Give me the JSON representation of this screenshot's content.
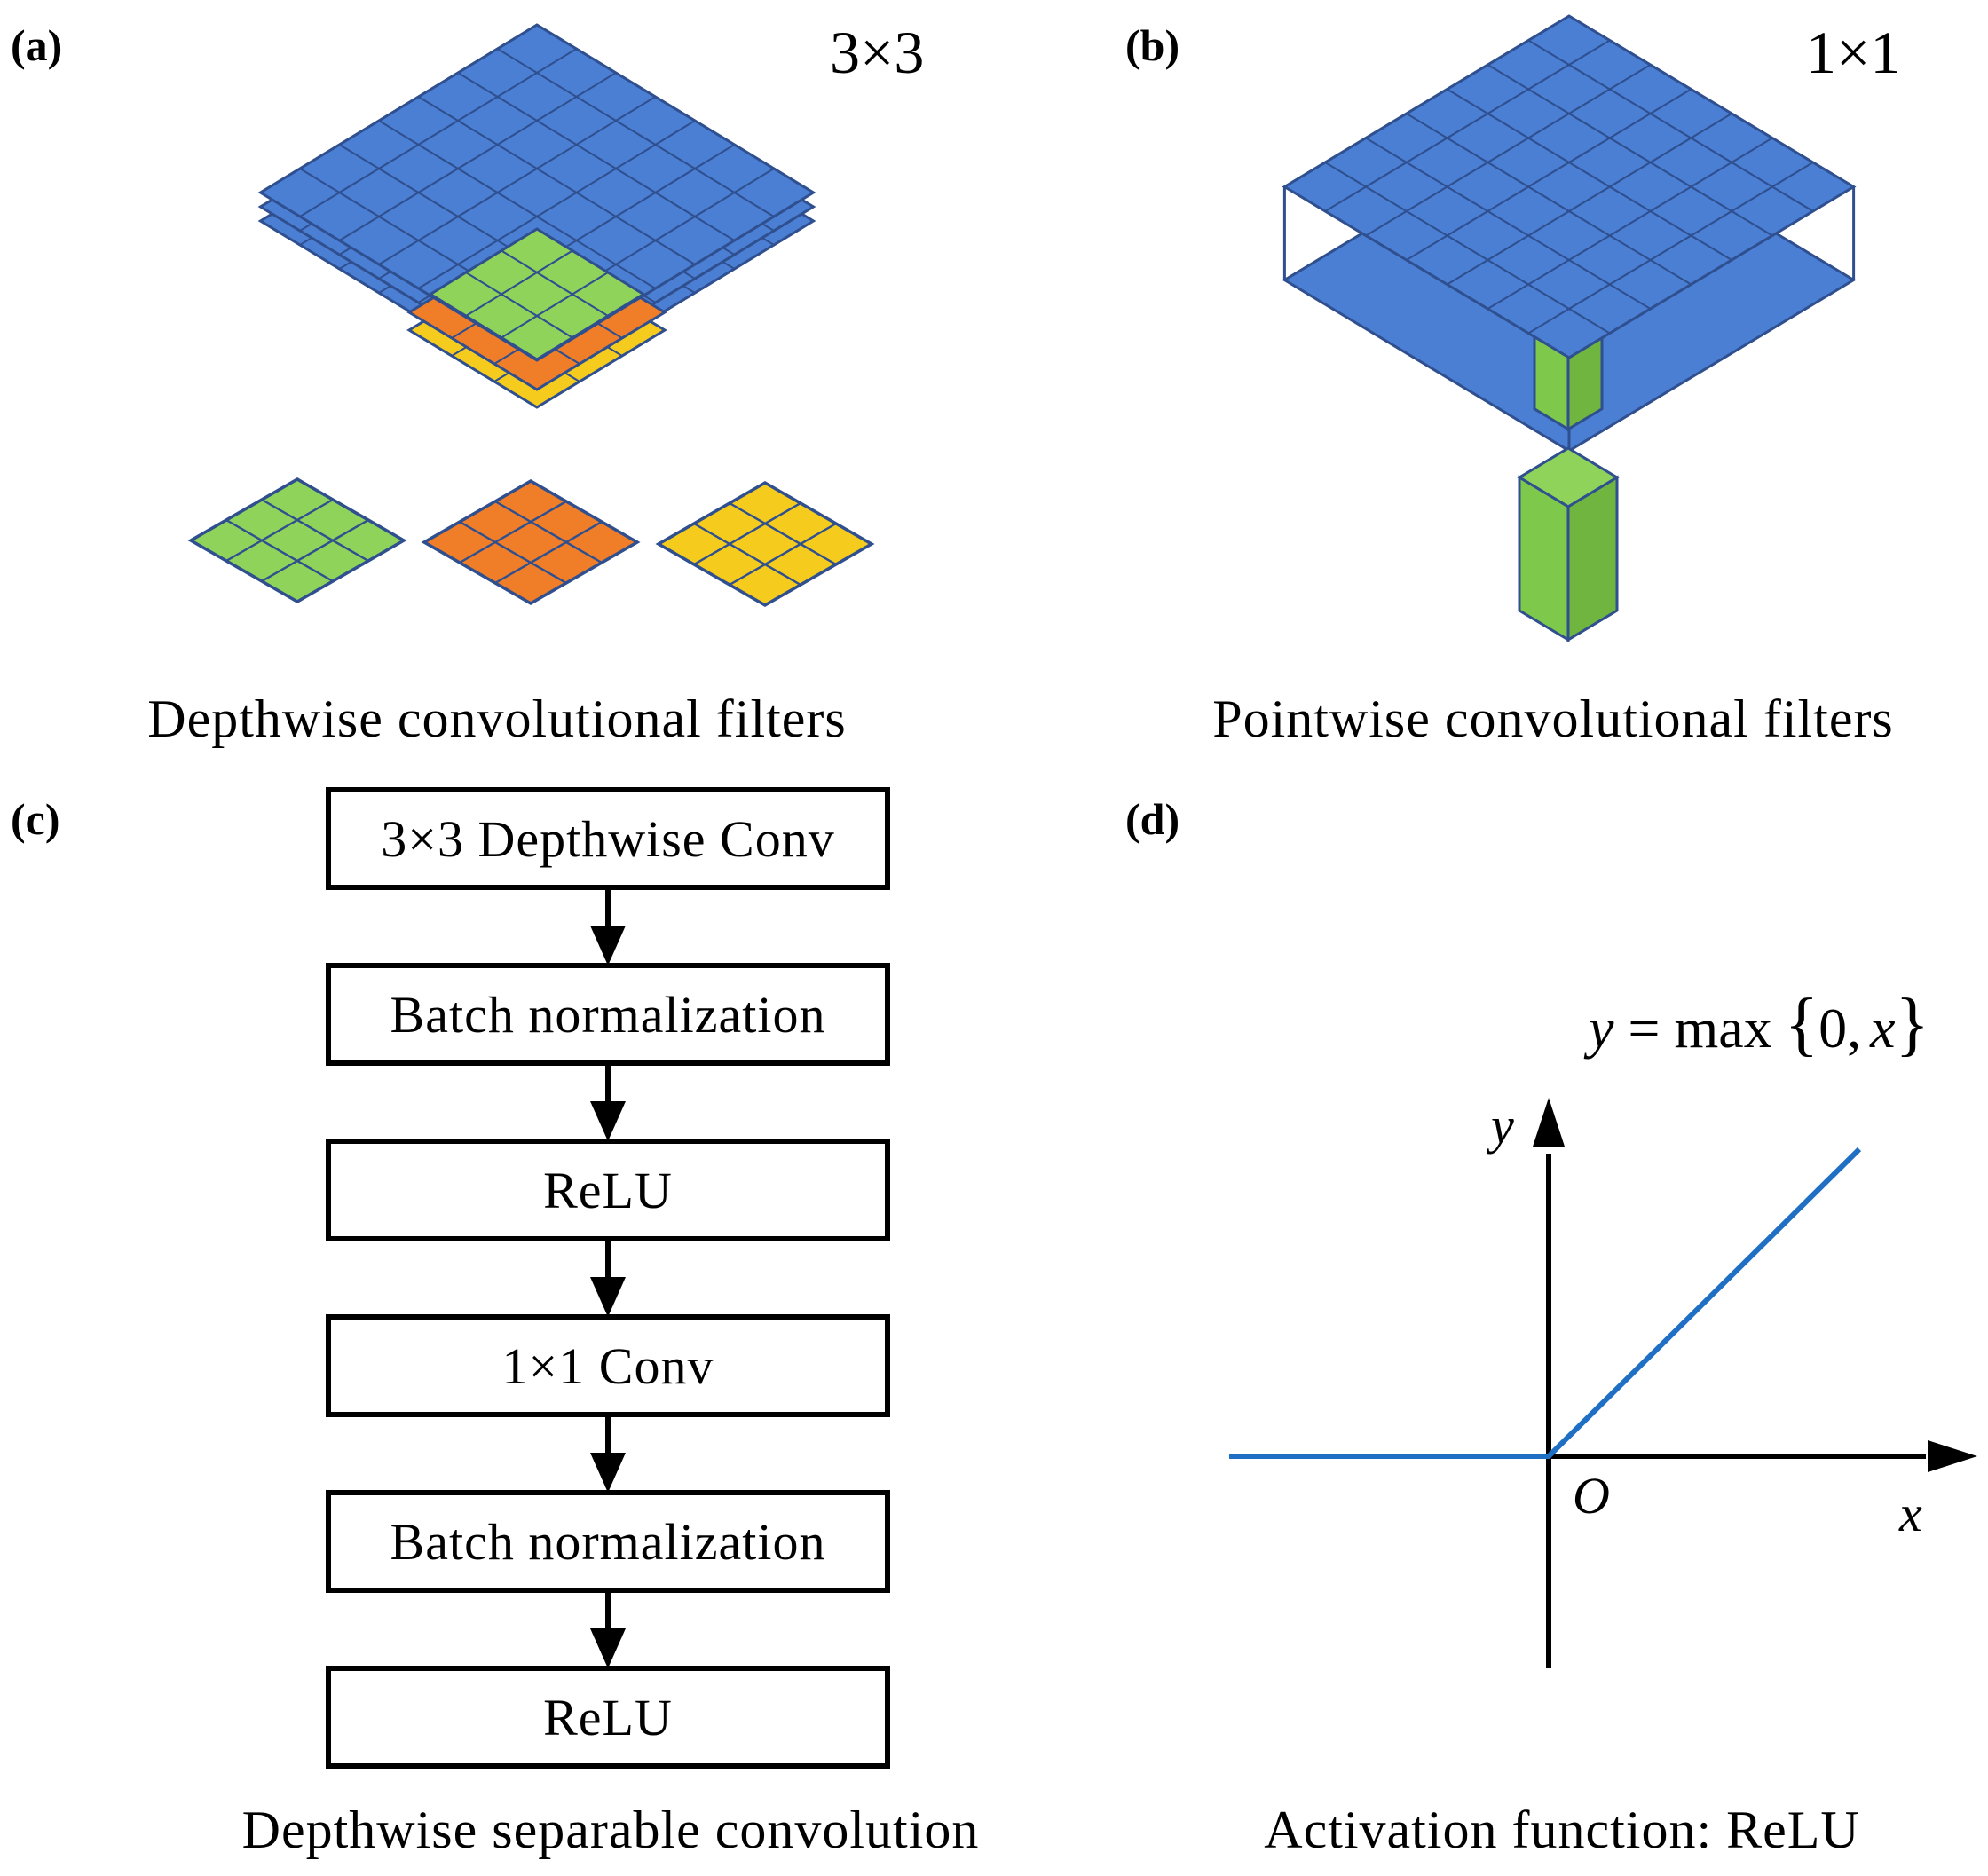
{
  "panel_a": {
    "label": "(a)",
    "kernel_size": "3×3",
    "caption": "Depthwise convolutional filters",
    "colors": {
      "feature_map": "#4a7fd4",
      "grid_line": "#2f4f8f",
      "green": "#8fd35a",
      "orange": "#f07e28",
      "yellow": "#f5cc1e"
    }
  },
  "panel_b": {
    "label": "(b)",
    "kernel_size": "1×1",
    "caption": "Pointwise convolutional filters"
  },
  "panel_c": {
    "label": "(c)",
    "steps": [
      "3×3 Depthwise Conv",
      "Batch normalization",
      "ReLU",
      "1×1 Conv",
      "Batch normalization",
      "ReLU"
    ],
    "caption": "Depthwise separable convolution"
  },
  "panel_d": {
    "label": "(d)",
    "formula": {
      "y": "y",
      "eq": " = max",
      "lbrace": "{",
      "args": "0,",
      "x": "x",
      "rbrace": "}"
    },
    "axis_y": "y",
    "axis_x": "x",
    "origin": "O",
    "caption": "Activation function: ReLU",
    "line_color": "#1f6fc5"
  }
}
